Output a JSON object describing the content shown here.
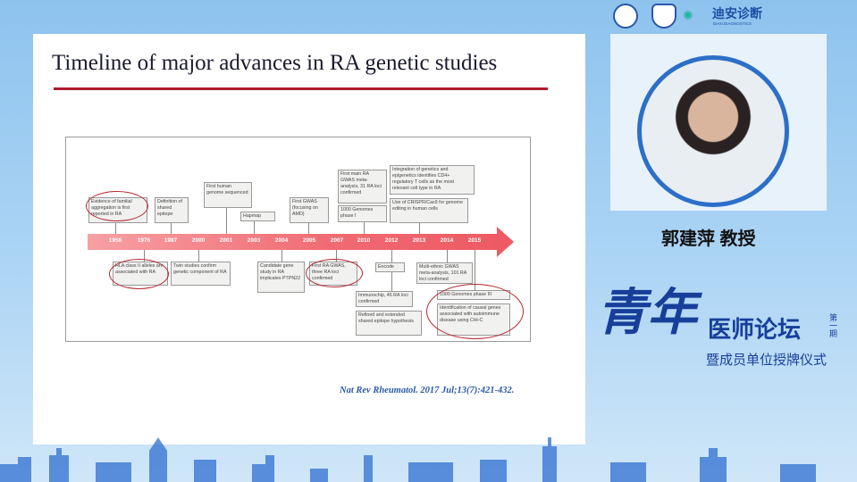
{
  "slide": {
    "title": "Timeline of major advances in RA genetic studies",
    "citation": "Nat Rev Rheumatol. 2017 Jul;13(7):421-432."
  },
  "timeline": {
    "years": [
      "1950",
      "1976",
      "1987",
      "2000",
      "2001",
      "2003",
      "2004",
      "2005",
      "2007",
      "2010",
      "2012",
      "2013",
      "2014",
      "2015"
    ],
    "events": [
      {
        "year": "1950",
        "text": "Evidence of familial aggregation is first reported in RA"
      },
      {
        "year": "1987",
        "text": "Definition of shared epitope"
      },
      {
        "year": "2001",
        "text": "First human genome sequenced"
      },
      {
        "year": "2003",
        "text": "Hapmap"
      },
      {
        "year": "2005",
        "text": "First GWAS (focusing on AMD)"
      },
      {
        "year": "2010",
        "text": "First main RA GWAS meta-analysis, 31 RA loci confirmed"
      },
      {
        "year": "2010",
        "text": "1000 Genomes phase I"
      },
      {
        "year": "2013",
        "text": "Integration of genetics and epigenetics identifies CD4+ regulatory T cells as the most relevant cell type in RA"
      },
      {
        "year": "2013",
        "text": "Use of CRISPR/Cas9 for genome editing in human cells"
      },
      {
        "year": "1976",
        "text": "HLA class II alleles are associated with RA"
      },
      {
        "year": "2000",
        "text": "Twin studies confirm genetic component of RA"
      },
      {
        "year": "2004",
        "text": "Candidate gene study in RA implicates PTPN22"
      },
      {
        "year": "2007",
        "text": "First RA GWAS, three RA loci confirmed"
      },
      {
        "year": "2012",
        "text": "Encode"
      },
      {
        "year": "2012",
        "text": "Immunochip, 46 RA loci confirmed"
      },
      {
        "year": "2012",
        "text": "Refined and extended shared epitope hypothesis"
      },
      {
        "year": "2014",
        "text": "Multi-ethnic GWAS meta-analysis, 101 RA loci confirmed"
      },
      {
        "year": "2015",
        "text": "1000 Genomes phase III"
      },
      {
        "year": "2015",
        "text": "Identification of causal genes associated with autoimmune disease using CHi-C"
      }
    ]
  },
  "speaker": {
    "name": "郭建萍 教授"
  },
  "event_logo": {
    "main": "青年",
    "sub": "医师论坛",
    "issue": "第一期",
    "subtitle": "暨成员单位授牌仪式"
  },
  "sponsor": {
    "name": "迪安诊断",
    "sub": "DIAN DIAGNOSTICS"
  },
  "colors": {
    "accent": "#b01b2e",
    "timeline": "#ee5a63",
    "brand": "#173f9a"
  }
}
